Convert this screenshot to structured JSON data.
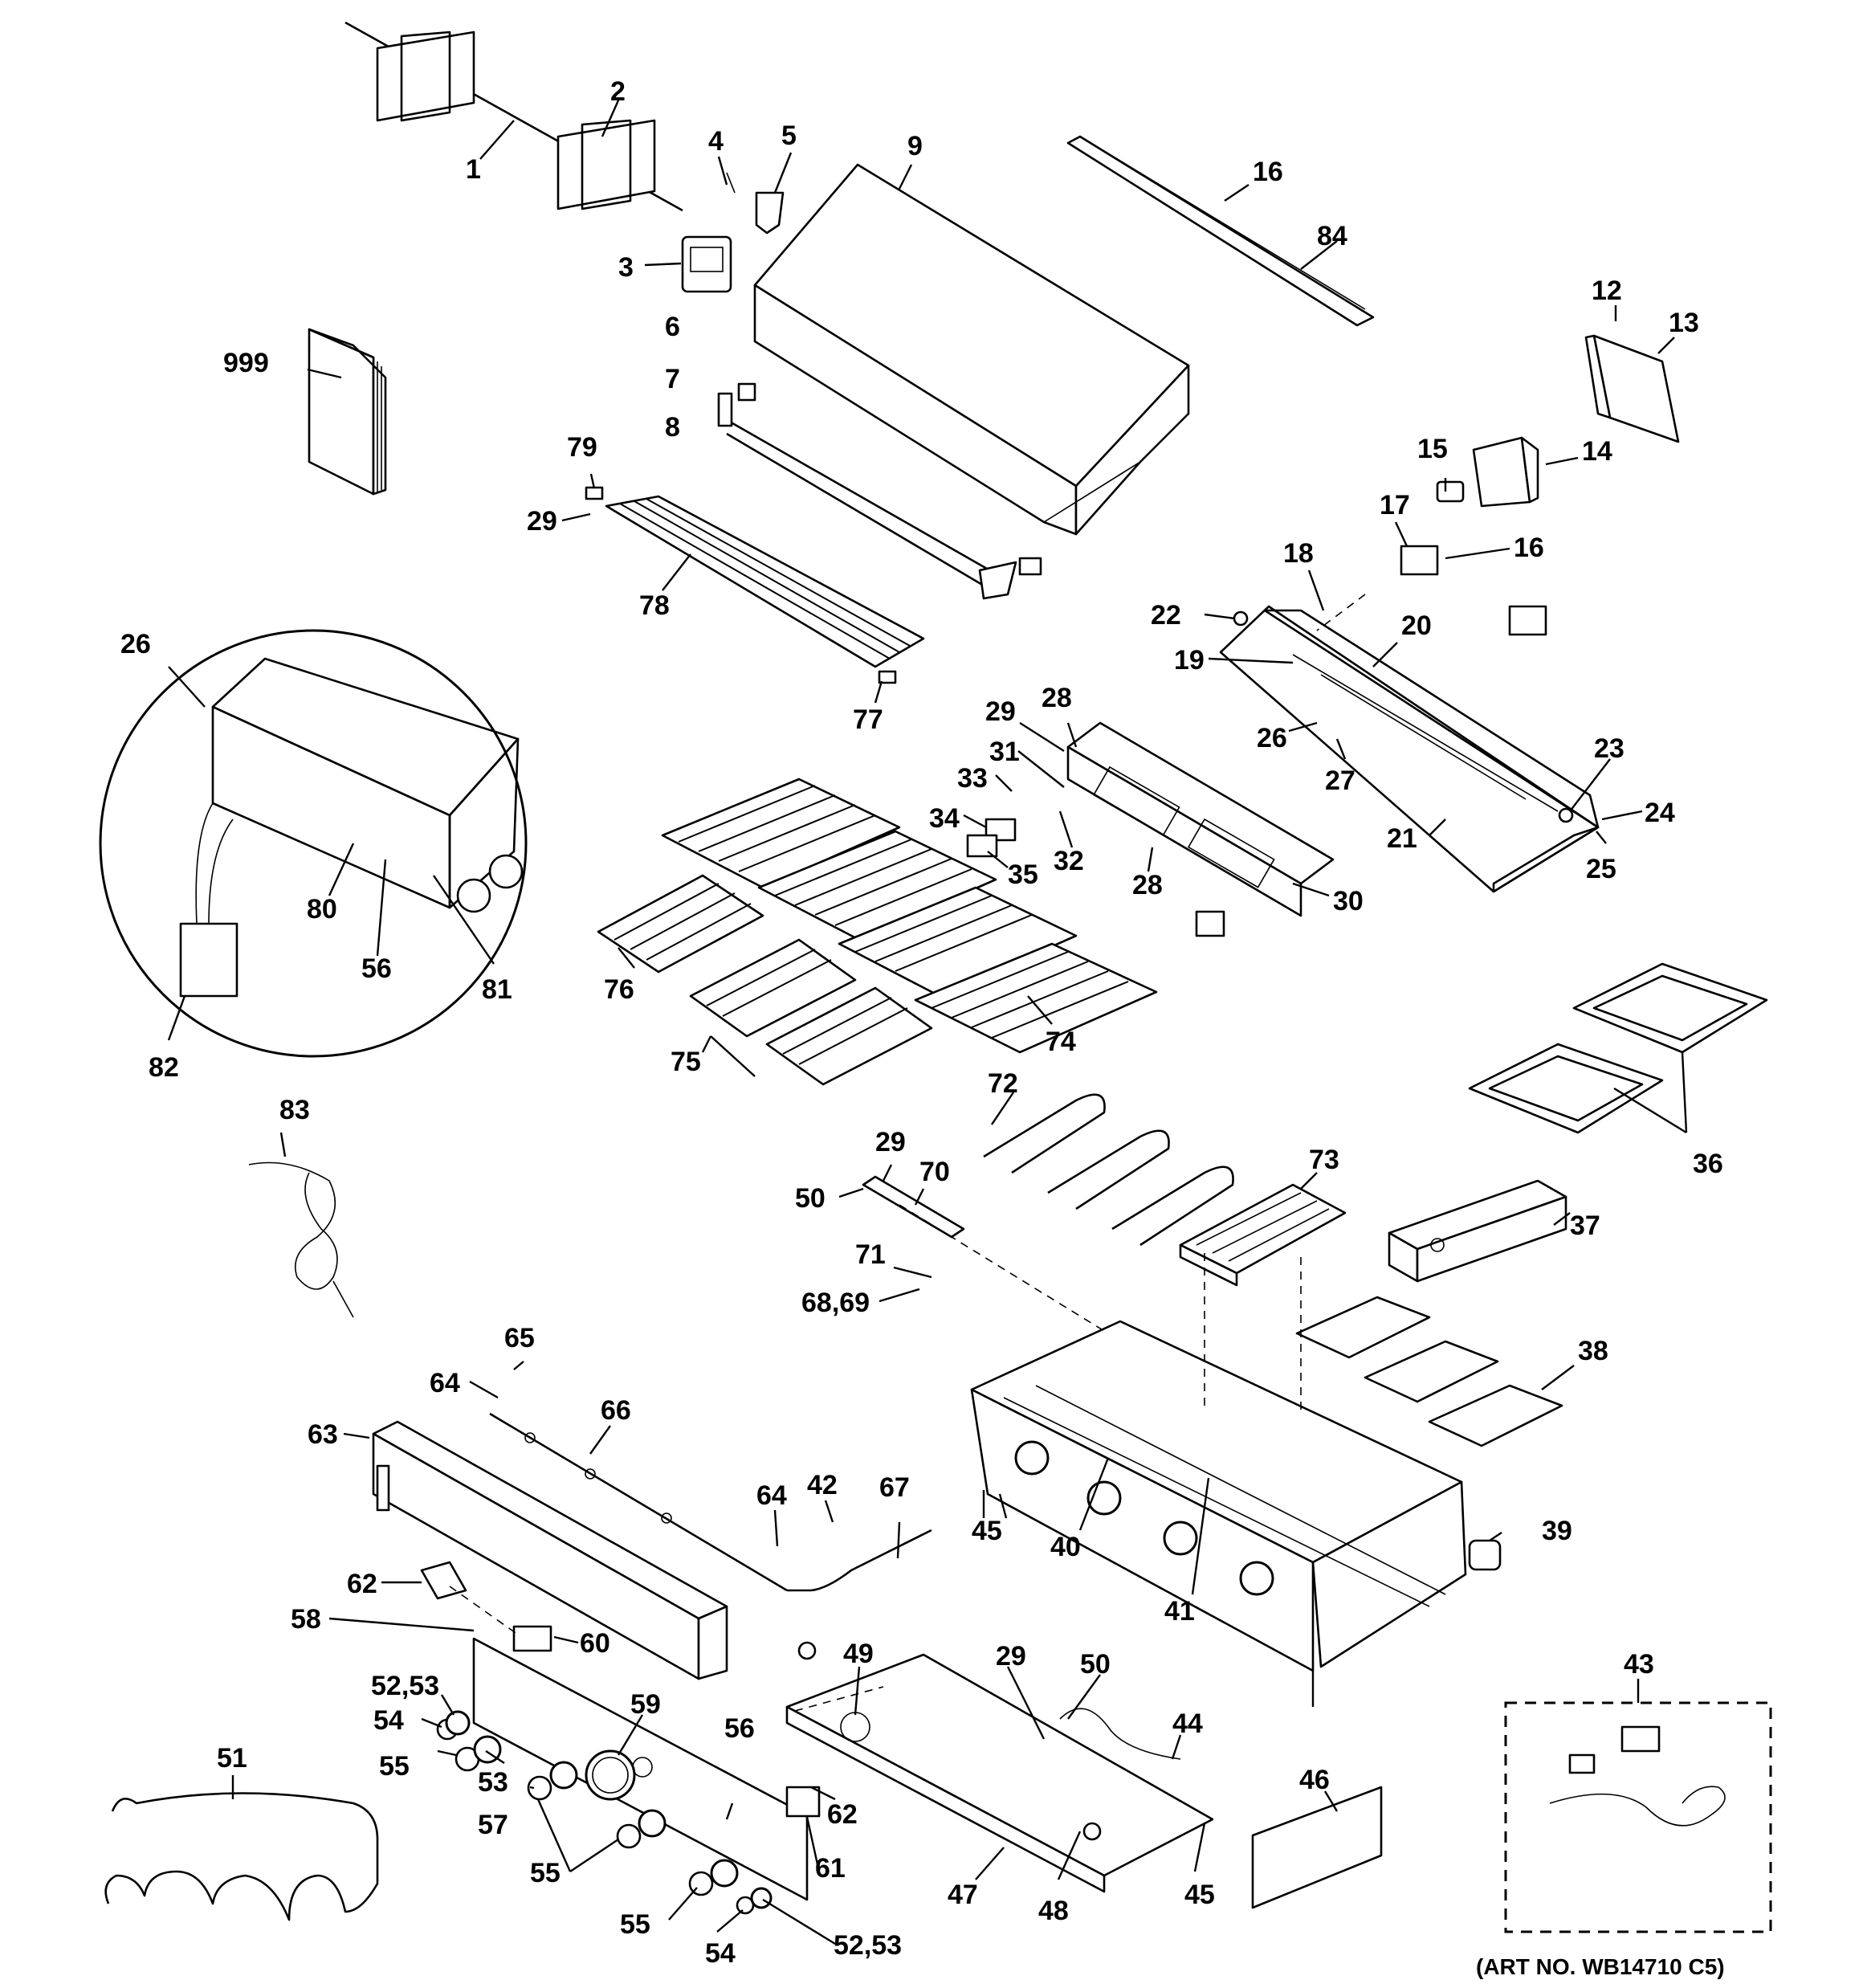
{
  "diagram": {
    "callouts": [
      "1",
      "2",
      "3",
      "4",
      "5",
      "6",
      "7",
      "8",
      "9",
      "999",
      "16",
      "84",
      "12",
      "13",
      "14",
      "15",
      "17",
      "16",
      "18",
      "22",
      "20",
      "19",
      "26",
      "27",
      "23",
      "24",
      "25",
      "21",
      "79",
      "29",
      "78",
      "77",
      "28",
      "29",
      "31",
      "33",
      "32",
      "34",
      "35",
      "28",
      "30",
      "26",
      "80",
      "56",
      "81",
      "82",
      "76",
      "75",
      "74",
      "72",
      "29",
      "50",
      "70",
      "73",
      "36",
      "37",
      "83",
      "71",
      "68,69",
      "38",
      "65",
      "64",
      "66",
      "63",
      "64",
      "42",
      "67",
      "45",
      "40",
      "39",
      "41",
      "62",
      "58",
      "60",
      "52,53",
      "54",
      "55",
      "53",
      "57",
      "59",
      "56",
      "49",
      "29",
      "50",
      "44",
      "43",
      "51",
      "55",
      "62",
      "61",
      "46",
      "47",
      "45",
      "48",
      "55",
      "54",
      "52,53"
    ],
    "art_no": "(ART NO. WB14710 C5)"
  }
}
